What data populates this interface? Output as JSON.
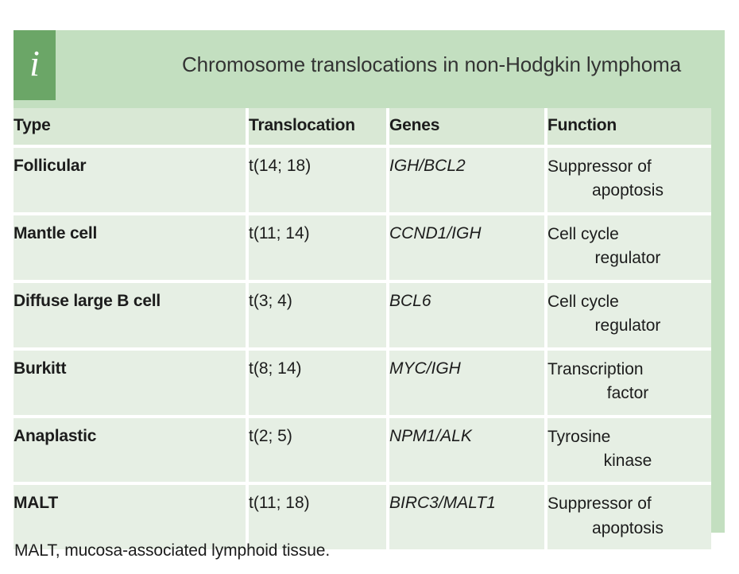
{
  "header": {
    "icon": "info-italic-i-icon",
    "title": "Chromosome translocations in non-Hodgkin lymphoma"
  },
  "colors": {
    "frame_green": "#c3dfc0",
    "icon_green": "#6ba667",
    "header_row_green": "#d9e8d5",
    "cell_green": "#e6efe4",
    "text": "#1c1c1c",
    "title_text": "#333333",
    "gridline": "#ffffff"
  },
  "table": {
    "columns": [
      "Type",
      "Translocation",
      "Genes",
      "Function"
    ],
    "rows": [
      {
        "type": "Follicular",
        "translocation": "t(14; 18)",
        "genes": "IGH/BCL2",
        "function_line1": "Suppressor of",
        "function_line2": "apoptosis",
        "function": "Suppressor of apoptosis"
      },
      {
        "type": "Mantle cell",
        "translocation": "t(11; 14)",
        "genes": "CCND1/IGH",
        "function_line1": "Cell cycle",
        "function_line2": "regulator",
        "function": "Cell cycle regulator"
      },
      {
        "type": "Diffuse large B cell",
        "translocation": "t(3; 4)",
        "genes": "BCL6",
        "function_line1": "Cell cycle",
        "function_line2": "regulator",
        "function": "Cell cycle regulator"
      },
      {
        "type": "Burkitt",
        "translocation": "t(8; 14)",
        "genes": "MYC/IGH",
        "function_line1": "Transcription",
        "function_line2": "factor",
        "function": "Transcription factor"
      },
      {
        "type": "Anaplastic",
        "translocation": "t(2; 5)",
        "genes": "NPM1/ALK",
        "function_line1": "Tyrosine",
        "function_line2": "kinase",
        "function": "Tyrosine kinase"
      },
      {
        "type": "MALT",
        "translocation": "t(11; 18)",
        "genes": "BIRC3/MALT1",
        "function_line1": "Suppressor of",
        "function_line2": "apoptosis",
        "function": "Suppressor of apoptosis"
      }
    ]
  },
  "footnote": "MALT, mucosa-associated lymphoid tissue."
}
